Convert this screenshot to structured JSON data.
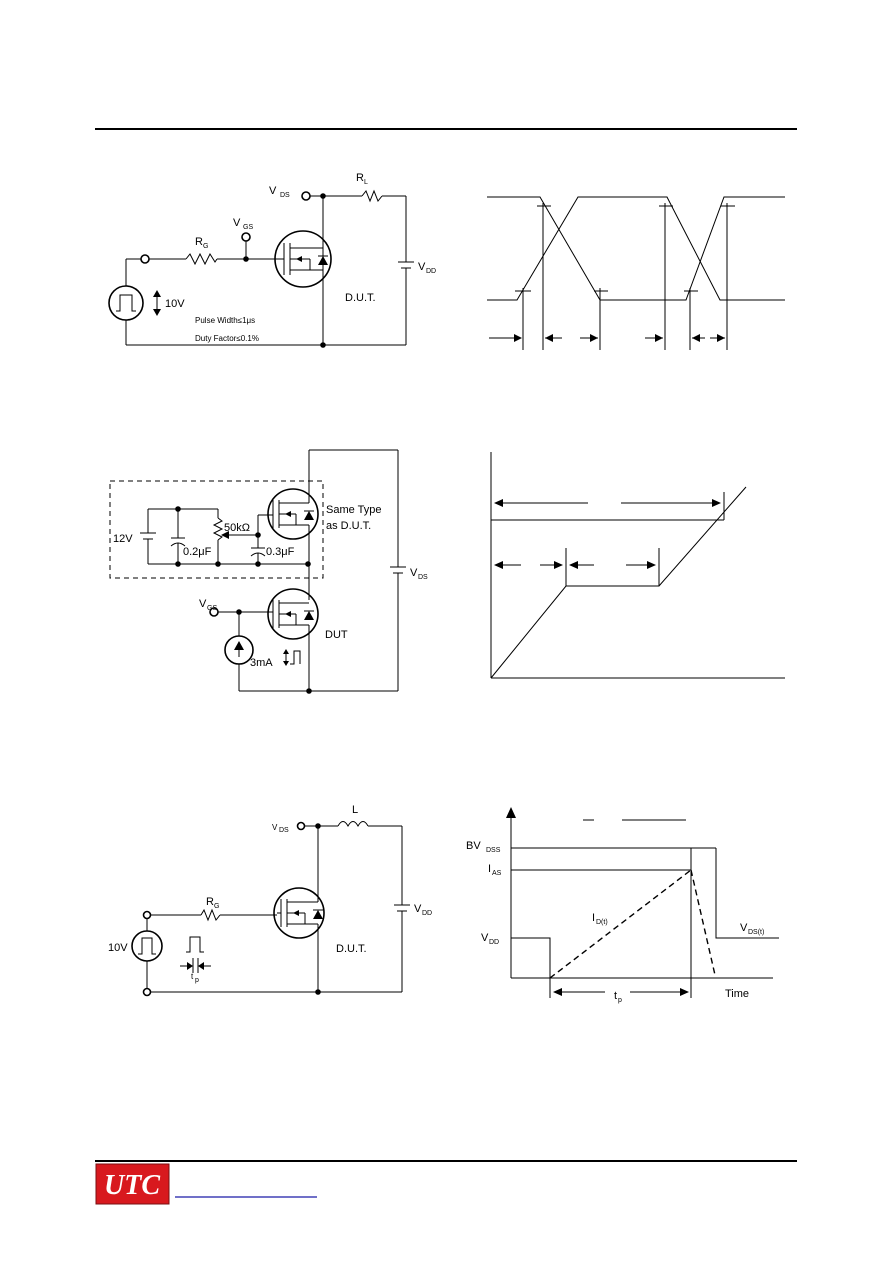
{
  "switching_circuit": {
    "vds": "V",
    "vds_sub": "DS",
    "rl": "R",
    "rl_sub": "L",
    "vgs": "V",
    "vgs_sub": "GS",
    "rg": "R",
    "rg_sub": "G",
    "vdd": "V",
    "vdd_sub": "DD",
    "pulse_amp": "10V",
    "dut": "D.U.T.",
    "pulse_width": "Pulse Width≤1μs",
    "duty_factor": "Duty Factor≤0.1%"
  },
  "gate_charge_circuit": {
    "v12": "12V",
    "c1": "0.2μF",
    "pot": "50kΩ",
    "c2": "0.3μF",
    "same_type_1": "Same Type",
    "same_type_2": "as D.U.T.",
    "vds": "V",
    "vds_sub": "DS",
    "vgs": "V",
    "vgs_sub": "GS",
    "dut": "DUT",
    "current": "3mA"
  },
  "avalanche_circuit": {
    "vds": "V",
    "vds_sub": "DS",
    "l": "L",
    "rg": "R",
    "rg_sub": "G",
    "vdd": "V",
    "vdd_sub": "DD",
    "pulse_amp": "10V",
    "dut": "D.U.T.",
    "tp": "t",
    "tp_sub": "p"
  },
  "avalanche_waveform": {
    "bvdss": "BV",
    "bvdss_sub": "DSS",
    "ias": "I",
    "ias_sub": "AS",
    "id": "I",
    "id_sub": "D(t)",
    "vdd": "V",
    "vdd_sub": "DD",
    "vdst": "V",
    "vdst_sub": "DS(t)",
    "tp": "t",
    "tp_sub": "p",
    "time": "Time"
  },
  "footer": {
    "logo": "UTC"
  }
}
